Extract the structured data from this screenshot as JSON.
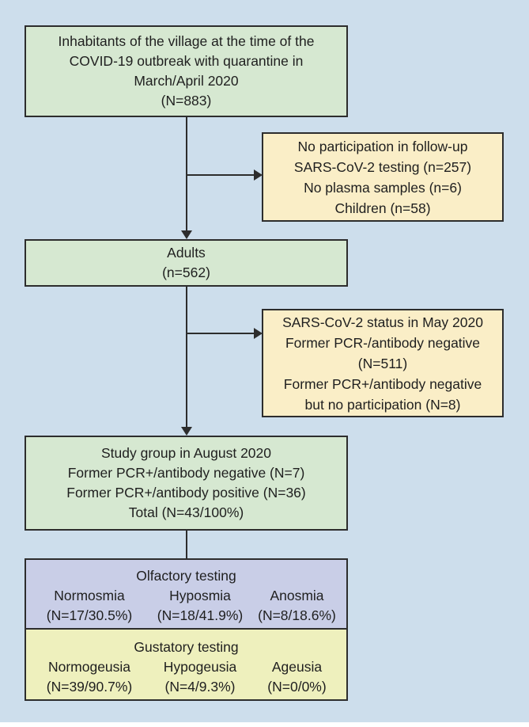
{
  "figure": {
    "type": "study-flow-diagram",
    "background_color": "#cddeec",
    "border_color": "#2d2d2d",
    "text_color": "#1f1f1f",
    "box_colors": {
      "population": "#d6e8d1",
      "exclusion": "#faeec7",
      "olfactory": "#c9cee7",
      "gustatory": "#eef0bd"
    }
  },
  "boxes": {
    "inhabitants": {
      "lines": [
        "Inhabitants of the village at the time of the",
        "COVID-19 outbreak with quarantine in",
        "March/April 2020",
        "(N=883)"
      ]
    },
    "exclusion1": {
      "lines": [
        "No participation in follow-up",
        "SARS-CoV-2 testing (n=257)",
        "No plasma samples (n=6)",
        "Children (n=58)"
      ]
    },
    "adults": {
      "lines": [
        "Adults",
        "(n=562)"
      ]
    },
    "exclusion2": {
      "lines": [
        "SARS-CoV-2 status in May 2020",
        "Former PCR-/antibody negative",
        "(N=511)",
        "Former PCR+/antibody negative",
        "but no participation (N=8)"
      ]
    },
    "study_group": {
      "lines": [
        "Study group in August 2020",
        "Former PCR+/antibody negative (N=7)",
        "Former PCR+/antibody positive (N=36)",
        "Total (N=43/100%)"
      ]
    },
    "olfactory": {
      "title": "Olfactory testing",
      "columns": [
        {
          "label": "Normosmia",
          "value": "(N=17/30.5%)"
        },
        {
          "label": "Hyposmia",
          "value": "(N=18/41.9%)"
        },
        {
          "label": "Anosmia",
          "value": "(N=8/18.6%)"
        }
      ]
    },
    "gustatory": {
      "title": "Gustatory testing",
      "columns": [
        {
          "label": "Normogeusia",
          "value": "(N=39/90.7%)"
        },
        {
          "label": "Hypogeusia",
          "value": "(N=4/9.3%)"
        },
        {
          "label": "Ageusia",
          "value": "(N=0/0%)"
        }
      ]
    }
  },
  "arrows": [
    {
      "from": "inhabitants",
      "to": "adults",
      "style": "arrow-down"
    },
    {
      "from": "inhabitants",
      "to": "exclusion1",
      "style": "arrow-right-branch"
    },
    {
      "from": "adults",
      "to": "study_group",
      "style": "arrow-down"
    },
    {
      "from": "adults",
      "to": "exclusion2",
      "style": "arrow-right-branch"
    },
    {
      "from": "study_group",
      "to": "olfactory",
      "style": "plain-line"
    }
  ]
}
